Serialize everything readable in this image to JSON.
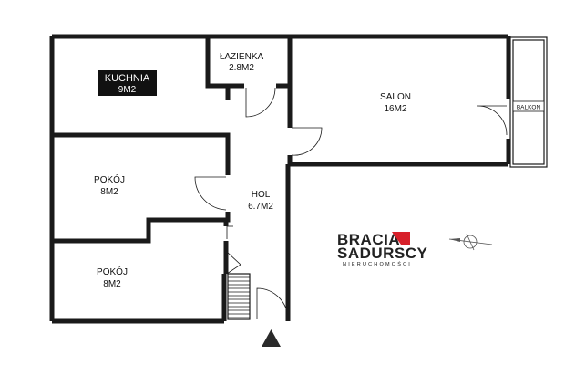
{
  "rooms": [
    {
      "key": "kuchnia",
      "name": "KUCHNIA",
      "area": "9M2"
    },
    {
      "key": "lazienka",
      "name": "ŁAZIENKA",
      "area": "2.8M2"
    },
    {
      "key": "salon",
      "name": "SALON",
      "area": "16M2"
    },
    {
      "key": "pokoj1",
      "name": "POKÓJ",
      "area": "8M2"
    },
    {
      "key": "hol",
      "name": "HOL",
      "area": "6.7M2"
    },
    {
      "key": "pokoj2",
      "name": "POKÓJ",
      "area": "8M2"
    }
  ],
  "balkon": "BALKON",
  "brand": {
    "line1": "BRACIA",
    "line2": "SADURSCY",
    "tagline": "NIERUCHOMOŚCI",
    "accent_color": "#d7202a"
  },
  "colors": {
    "wall": "#1a1a1a",
    "label_bg": "#111111"
  },
  "icons": {
    "entrance": "triangle-up-icon",
    "compass": "compass-icon"
  }
}
